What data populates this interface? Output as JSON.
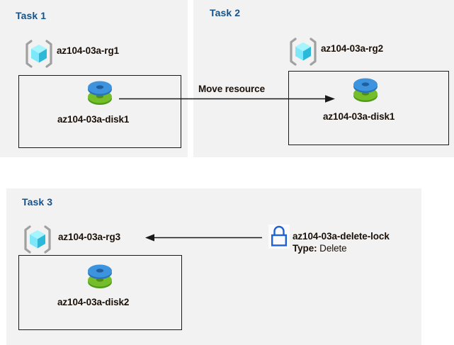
{
  "canvas": {
    "background_color": "#ffffff",
    "panel_color": "#f2f2f2",
    "title_color": "#15538a",
    "text_color": "#1a1008",
    "line_color": "#1a1a1a",
    "lock_color": "#1d62d6",
    "disk_top_color": "#3a8fdc",
    "disk_bottom_color": "#6eb52a",
    "rg_cube_color": "#63e2f5",
    "rg_bracket_color": "#a0a0a0"
  },
  "tasks": [
    {
      "title": "Task 1",
      "resource_group": {
        "icon": "resource-group-icon",
        "label": "az104-03a-rg1"
      },
      "resource": {
        "icon": "managed-disk-icon",
        "label": "az104-03a-disk1"
      }
    },
    {
      "title": "Task 2",
      "resource_group": {
        "icon": "resource-group-icon",
        "label": "az104-03a-rg2"
      },
      "resource": {
        "icon": "managed-disk-icon",
        "label": "az104-03a-disk1"
      }
    },
    {
      "title": "Task 3",
      "resource_group": {
        "icon": "resource-group-icon",
        "label": "az104-03a-rg3"
      },
      "resource": {
        "icon": "managed-disk-icon",
        "label": "az104-03a-disk2"
      }
    }
  ],
  "connectors": {
    "move": {
      "label": "Move resource",
      "direction": "left-to-right",
      "from": "az104-03a-disk1 (Task 1)",
      "to": "az104-03a-disk1 (Task 2)"
    },
    "lock": {
      "label": "",
      "direction": "right-to-left",
      "from": "az104-03a-delete-lock",
      "to": "az104-03a-rg3"
    }
  },
  "lock": {
    "icon": "lock-icon",
    "name": "az104-03a-delete-lock",
    "type_key": "Type:",
    "type_value": "Delete"
  }
}
